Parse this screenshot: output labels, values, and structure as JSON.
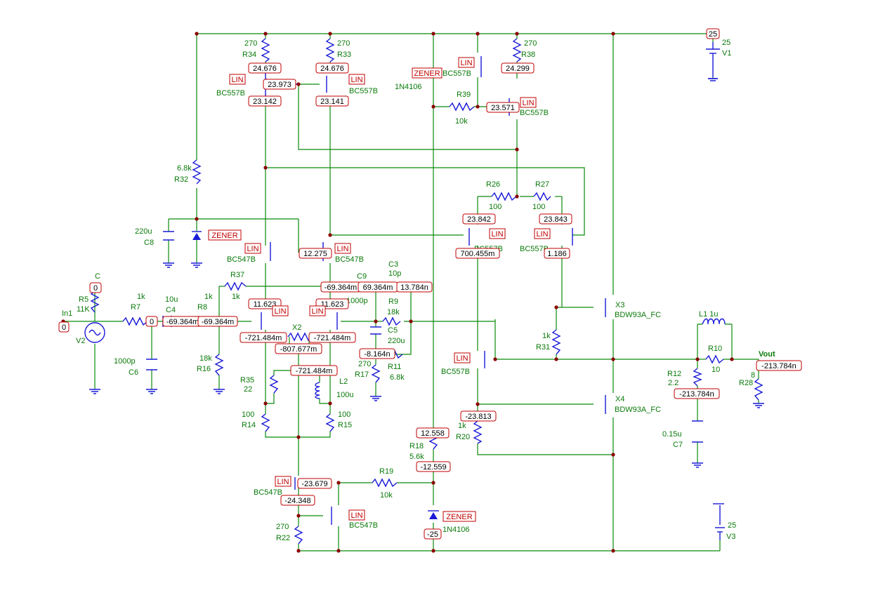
{
  "ground_source_top": {
    "value": "25",
    "name": "V1"
  },
  "ground_source_bottom": {
    "value": "25",
    "name": "V3"
  },
  "labels": [
    {
      "id": "r34v",
      "t": "270"
    },
    {
      "id": "r34n",
      "t": "R34"
    },
    {
      "id": "r33v",
      "t": "270"
    },
    {
      "id": "r33n",
      "t": "R33"
    },
    {
      "id": "r38v",
      "t": "270"
    },
    {
      "id": "r38n",
      "t": "R38"
    },
    {
      "id": "q1m",
      "t": "BC557B"
    },
    {
      "id": "q2m",
      "t": "BC557B"
    },
    {
      "id": "q3m",
      "t": "BC557B"
    },
    {
      "id": "q4m",
      "t": "BC557B"
    },
    {
      "id": "z1m",
      "t": "1N4106"
    },
    {
      "id": "r39n",
      "t": "R39"
    },
    {
      "id": "r39v",
      "t": "10k"
    },
    {
      "id": "r32v",
      "t": "6.8k"
    },
    {
      "id": "r32n",
      "t": "R32"
    },
    {
      "id": "r26n",
      "t": "R26"
    },
    {
      "id": "r26v",
      "t": "100"
    },
    {
      "id": "r27n",
      "t": "R27"
    },
    {
      "id": "r27v",
      "t": "100"
    },
    {
      "id": "c8v",
      "t": "220u"
    },
    {
      "id": "c8n",
      "t": "C8"
    },
    {
      "id": "q5m",
      "t": "BC547B"
    },
    {
      "id": "q6m",
      "t": "BC547B"
    },
    {
      "id": "q7m",
      "t": "BC557B"
    },
    {
      "id": "q8m",
      "t": "BC557B"
    },
    {
      "id": "r37n",
      "t": "R37"
    },
    {
      "id": "r37v",
      "t": "1k"
    },
    {
      "id": "c9n",
      "t": "C9"
    },
    {
      "id": "c9v",
      "t": "1000p"
    },
    {
      "id": "c3n",
      "t": "C3"
    },
    {
      "id": "c3v",
      "t": "10p"
    },
    {
      "id": "cn",
      "t": "C"
    },
    {
      "id": "r5n",
      "t": "R5"
    },
    {
      "id": "r5v",
      "t": "11K"
    },
    {
      "id": "in1",
      "t": "In1"
    },
    {
      "id": "v2",
      "t": "V2"
    },
    {
      "id": "r7v",
      "t": "1k"
    },
    {
      "id": "r7n",
      "t": "R7"
    },
    {
      "id": "c4v",
      "t": "10u"
    },
    {
      "id": "c4n",
      "t": "C4"
    },
    {
      "id": "r8v",
      "t": "1k"
    },
    {
      "id": "r8n",
      "t": "R8"
    },
    {
      "id": "x2",
      "t": "X2"
    },
    {
      "id": "r9n",
      "t": "R9"
    },
    {
      "id": "r9v",
      "t": "18k"
    },
    {
      "id": "c5n",
      "t": "C5"
    },
    {
      "id": "c5v",
      "t": "220u"
    },
    {
      "id": "r11n",
      "t": "R11"
    },
    {
      "id": "r11v",
      "t": "6.8k"
    },
    {
      "id": "r17v",
      "t": "270"
    },
    {
      "id": "r17n",
      "t": "R17"
    },
    {
      "id": "c6v",
      "t": "1000p"
    },
    {
      "id": "c6n",
      "t": "C6"
    },
    {
      "id": "r16v",
      "t": "18k"
    },
    {
      "id": "r16n",
      "t": "R16"
    },
    {
      "id": "r35n",
      "t": "R35"
    },
    {
      "id": "r35v",
      "t": "22"
    },
    {
      "id": "l2n",
      "t": "L2"
    },
    {
      "id": "l2v",
      "t": "100u"
    },
    {
      "id": "r14v",
      "t": "100"
    },
    {
      "id": "r14n",
      "t": "R14"
    },
    {
      "id": "r15v",
      "t": "100"
    },
    {
      "id": "r15n",
      "t": "R15"
    },
    {
      "id": "x3",
      "t": "X3"
    },
    {
      "id": "x3m",
      "t": "BDW93A_FC"
    },
    {
      "id": "x4",
      "t": "X4"
    },
    {
      "id": "x4m",
      "t": "BDW93A_FC"
    },
    {
      "id": "r31v",
      "t": "1k"
    },
    {
      "id": "r31n",
      "t": "R31"
    },
    {
      "id": "q9m",
      "t": "BC557B"
    },
    {
      "id": "l1",
      "t": "L1 1u"
    },
    {
      "id": "r10n",
      "t": "R10"
    },
    {
      "id": "r10v",
      "t": "10"
    },
    {
      "id": "vout",
      "t": "Vout"
    },
    {
      "id": "r28v",
      "t": "8"
    },
    {
      "id": "r28n",
      "t": "R28"
    },
    {
      "id": "r12n",
      "t": "R12"
    },
    {
      "id": "r12v",
      "t": "2.2"
    },
    {
      "id": "c7v",
      "t": "0.15u"
    },
    {
      "id": "c7n",
      "t": "C7"
    },
    {
      "id": "r20v",
      "t": "1k"
    },
    {
      "id": "r20n",
      "t": "R20"
    },
    {
      "id": "r18n",
      "t": "R18"
    },
    {
      "id": "r18v",
      "t": "5.6k"
    },
    {
      "id": "r19n",
      "t": "R19"
    },
    {
      "id": "r19v",
      "t": "10k"
    },
    {
      "id": "q10m",
      "t": "BC547B"
    },
    {
      "id": "q11m",
      "t": "BC547B"
    },
    {
      "id": "r22v",
      "t": "270"
    },
    {
      "id": "r22n",
      "t": "R22"
    },
    {
      "id": "z2m",
      "t": "1N4106"
    }
  ],
  "voltages": [
    {
      "id": "v25",
      "t": "25"
    },
    {
      "id": "va",
      "t": "24.676"
    },
    {
      "id": "vb",
      "t": "24.676"
    },
    {
      "id": "vc",
      "t": "24.299"
    },
    {
      "id": "vd",
      "t": "23.973"
    },
    {
      "id": "ve",
      "t": "23.142"
    },
    {
      "id": "vf",
      "t": "23.141"
    },
    {
      "id": "vg",
      "t": "23.571"
    },
    {
      "id": "vh",
      "t": "23.842"
    },
    {
      "id": "vi",
      "t": "23.843"
    },
    {
      "id": "vj",
      "t": "700.455m"
    },
    {
      "id": "vk",
      "t": "1.186"
    },
    {
      "id": "vl",
      "t": "12.275"
    },
    {
      "id": "vm",
      "t": "-69.364m"
    },
    {
      "id": "vn",
      "t": "69.364m"
    },
    {
      "id": "vo",
      "t": "13.784n"
    },
    {
      "id": "vp",
      "t": "0"
    },
    {
      "id": "vq",
      "t": "0"
    },
    {
      "id": "vr",
      "t": "0"
    },
    {
      "id": "vs",
      "t": "-69.364m"
    },
    {
      "id": "vt",
      "t": "-69.364m"
    },
    {
      "id": "vu",
      "t": "11.623"
    },
    {
      "id": "vv",
      "t": "11.623"
    },
    {
      "id": "vw",
      "t": "-721.484m"
    },
    {
      "id": "vx",
      "t": "-721.484m"
    },
    {
      "id": "vy",
      "t": "-807.677m"
    },
    {
      "id": "vz",
      "t": "-8.164n"
    },
    {
      "id": "v1",
      "t": "-721.484m"
    },
    {
      "id": "v2a",
      "t": "-213.784n"
    },
    {
      "id": "v3a",
      "t": "-213.784n"
    },
    {
      "id": "v4",
      "t": "-23.813"
    },
    {
      "id": "v5",
      "t": "12.558"
    },
    {
      "id": "v6",
      "t": "-12.559"
    },
    {
      "id": "v7",
      "t": "-23.679"
    },
    {
      "id": "v8",
      "t": "-24.348"
    },
    {
      "id": "v9",
      "t": "-25"
    }
  ],
  "tags": [
    {
      "id": "t1",
      "t": "LIN"
    },
    {
      "id": "t2",
      "t": "LIN"
    },
    {
      "id": "t3",
      "t": "ZENER"
    },
    {
      "id": "t4",
      "t": "LIN"
    },
    {
      "id": "t5",
      "t": "LIN"
    },
    {
      "id": "t6",
      "t": "ZENER"
    },
    {
      "id": "t7",
      "t": "LIN"
    },
    {
      "id": "t8",
      "t": "LIN"
    },
    {
      "id": "t9",
      "t": "LIN"
    },
    {
      "id": "t10",
      "t": "LIN"
    },
    {
      "id": "t11",
      "t": "LIN"
    },
    {
      "id": "t12",
      "t": "LIN"
    },
    {
      "id": "t13",
      "t": "LIN"
    },
    {
      "id": "t14",
      "t": "LIN"
    },
    {
      "id": "t15",
      "t": "LIN"
    },
    {
      "id": "t16",
      "t": "ZENER"
    }
  ]
}
